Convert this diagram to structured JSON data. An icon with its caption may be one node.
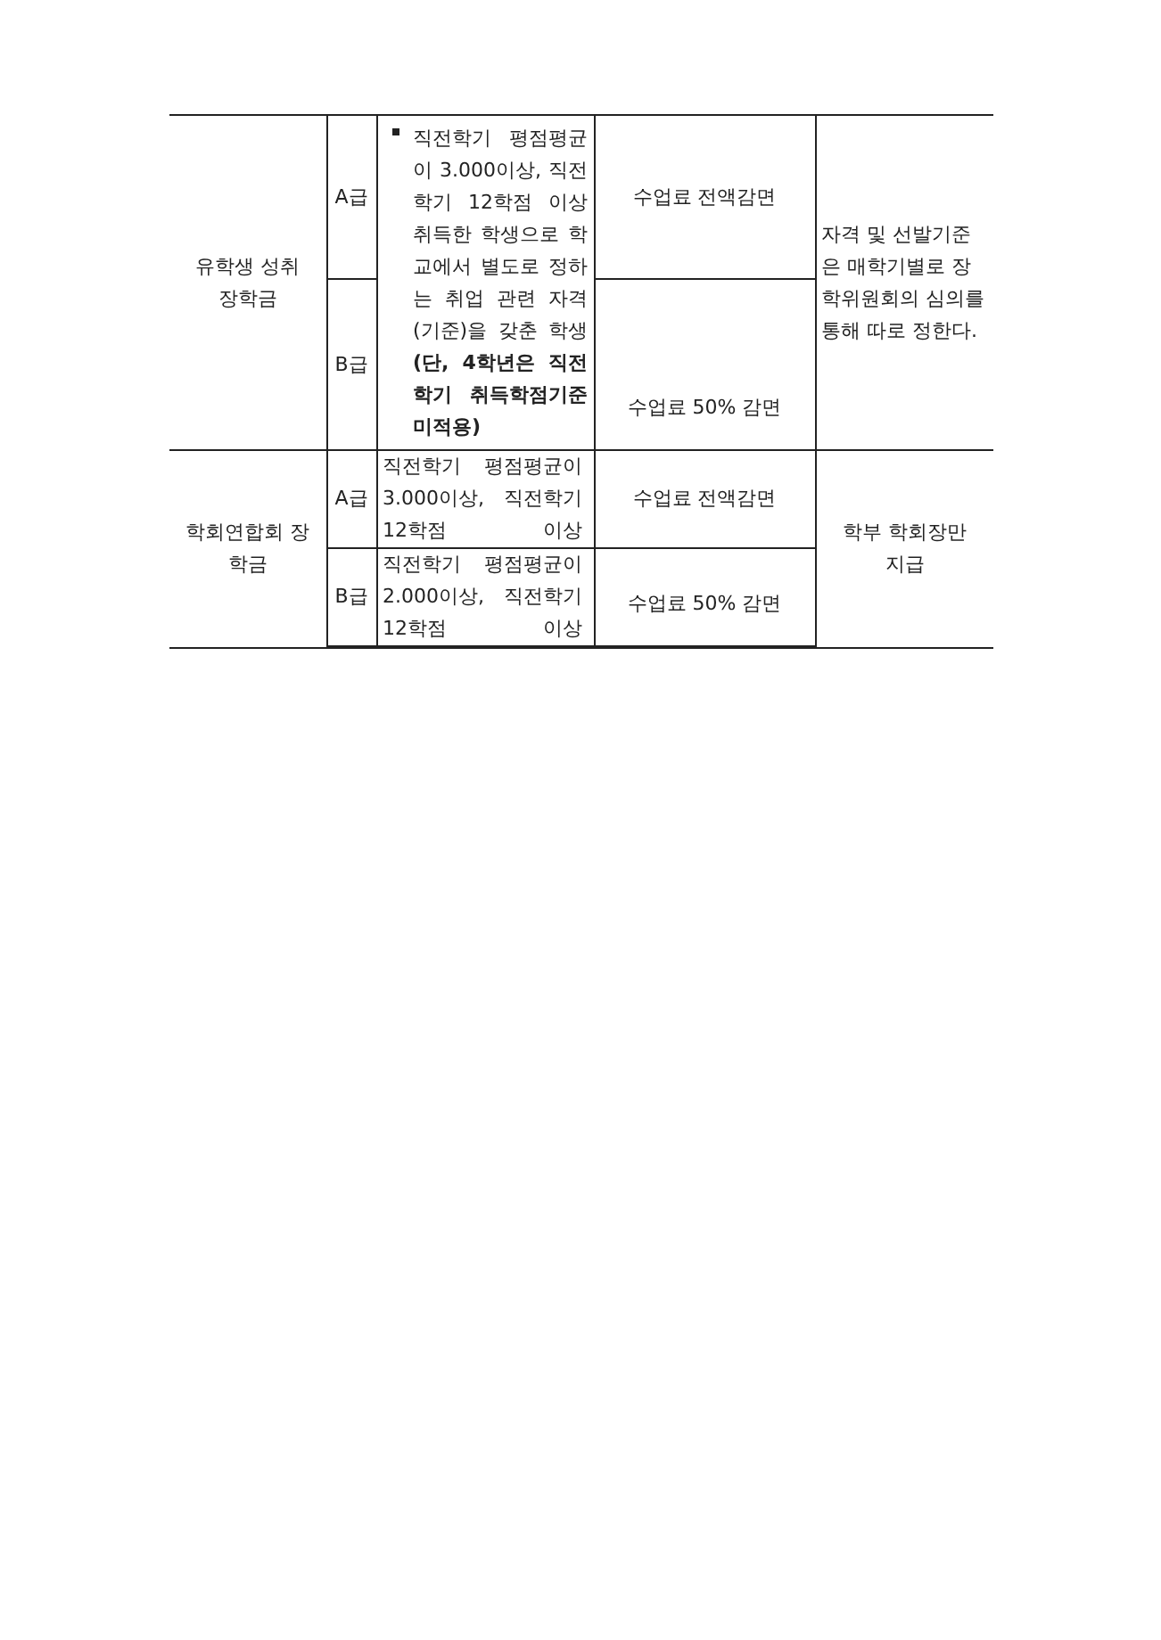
{
  "diagram": {
    "labels": [
      "유학생 성취장학금",
      "A급",
      "직전학기 평점평균이 3.000이상, 직전학기 12학점 이상 취득한 학생으로 학교에서 별도로 정하는 취업 관련 자격(기준)을 갖춘 학생 **(단, 4학년은 직전학기 취득학점기준 미적용)**",
      "수업료 전액감면",
      "자격 및 선발기준은 매학기별로 장학위원회의 심의를 통해 따로 정한다.",
      "B급",
      "수업료 50% 감면",
      "학회연합회 장학금",
      "A급",
      "직전학기 평점평균이 3.000이상, 직전학기 12학점 이상",
      "수업료 전액감면",
      "학부 학회장만 지급",
      "B급",
      "직전학기 평점평균이 2.000이상, 직전학기 12학점 이상",
      "수업료 50% 감면"
    ]
  }
}
